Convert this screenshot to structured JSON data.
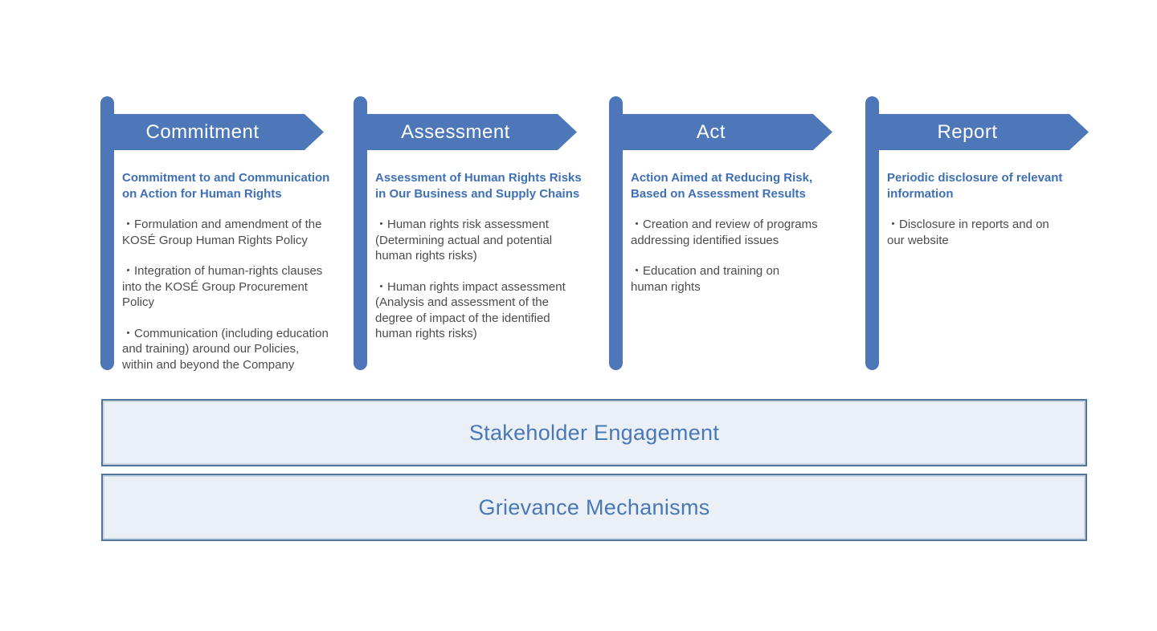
{
  "process": {
    "columns": [
      {
        "banner": "Commitment",
        "heading": "Commitment to and Communication\non Action for Human Rights",
        "bullets": [
          "・Formulation and amendment of the\nKOSÉ Group Human Rights Policy",
          "・Integration of human-rights clauses\ninto the KOSÉ Group Procurement\nPolicy",
          "・Communication (including education\nand training) around our Policies,\nwithin and beyond the Company"
        ]
      },
      {
        "banner": "Assessment",
        "heading": "Assessment of Human Rights Risks\nin Our Business and Supply Chains",
        "bullets": [
          "・Human rights risk assessment\n(Determining actual and potential\nhuman rights risks)",
          "・Human rights impact assessment\n(Analysis and assessment of the\ndegree of impact of the identified\nhuman rights risks)"
        ]
      },
      {
        "banner": "Act",
        "heading": "Action Aimed at Reducing Risk,\nBased on Assessment Results",
        "bullets": [
          "・Creation and review of programs\naddressing identified issues",
          "・Education and training on\nhuman rights"
        ]
      },
      {
        "banner": "Report",
        "heading": "Periodic disclosure of relevant\ninformation",
        "bullets": [
          "・Disclosure in reports and on\nour website"
        ]
      }
    ],
    "bottom_bars": [
      {
        "label": "Stakeholder Engagement"
      },
      {
        "label": "Grievance Mechanisms"
      }
    ],
    "colors": {
      "step_blue": "#4d77b9",
      "heading_blue": "#3f6fb5",
      "body_text": "#4c4c4c",
      "bar_fill": "#ebf0f6",
      "bar_border": "#4f7499",
      "bar_text": "#4878b8"
    }
  }
}
